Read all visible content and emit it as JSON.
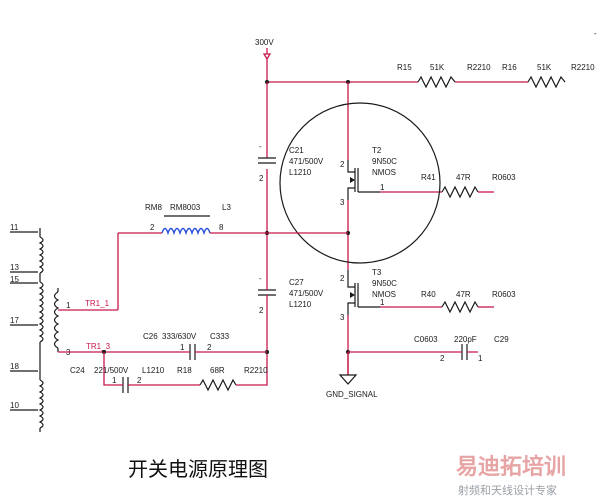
{
  "nets": {
    "v300": "300V",
    "gnd": "GND_SIGNAL",
    "tr1_1": "TR1_1",
    "tr1_3": "TR1_3"
  },
  "components": {
    "r15": {
      "ref": "R15",
      "value": "51K",
      "pkg": "R2210"
    },
    "r16": {
      "ref": "R16",
      "value": "51K",
      "pkg": "R2210"
    },
    "c21": {
      "ref": "C21",
      "value": "471/500V",
      "pkg": "L1210"
    },
    "c27": {
      "ref": "C27",
      "value": "471/500V",
      "pkg": "L1210"
    },
    "t2": {
      "ref": "T2",
      "part": "9N50C",
      "type": "NMOS"
    },
    "t3": {
      "ref": "T3",
      "part": "9N50C",
      "type": "NMOS"
    },
    "r41": {
      "ref": "R41",
      "value": "47R",
      "pkg": "R0603"
    },
    "r40": {
      "ref": "R40",
      "value": "47R",
      "pkg": "R0603"
    },
    "rm8": {
      "ref": "RM8",
      "part": "RM8003",
      "ref2": "L3"
    },
    "c26": {
      "ref": "C26",
      "value": "333/630V",
      "pkg": "C333"
    },
    "c24": {
      "ref": "C24",
      "value": "221/500V",
      "pkg": "L1210"
    },
    "r18": {
      "ref": "R18",
      "value": "68R",
      "pkg": "R2210"
    },
    "c29": {
      "pkg": "C0603",
      "value": "220pF",
      "ref": "C29"
    }
  },
  "pins": {
    "one": "1",
    "two": "2",
    "three": "3",
    "eight": "8",
    "p11": "11",
    "p13": "13",
    "p15": "15",
    "p17": "17",
    "p18": "18",
    "p10": "10"
  },
  "marks": {
    "dash": "-"
  },
  "caption": "开关电源原理图",
  "watermark": {
    "main": "易迪拓培训",
    "sub": "射频和天线设计专家"
  }
}
